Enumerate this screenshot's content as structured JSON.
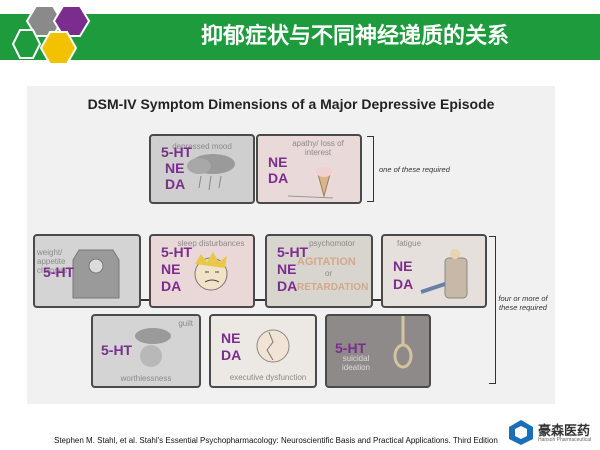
{
  "slide": {
    "title": "抑郁症状与不同神经递质的关系",
    "citation": "Stephen M. Stahl, et al. Stahl's Essential Psychopharmacology: Neuroscientific Basis and Practical Applications. Third Edition",
    "logo_text": "豪森医药",
    "logo_sub": "Hansoh Pharmaceutical"
  },
  "figure": {
    "title": "DSM-IV Symptom Dimensions of a Major Depressive Episode",
    "note_top": "one of these required",
    "note_bottom": "four or more of these required",
    "cards": [
      {
        "id": "mood",
        "caption": "depressed mood",
        "nts": [
          "5-HT",
          "NE",
          "DA"
        ]
      },
      {
        "id": "apathy",
        "caption": "apathy/ loss of interest",
        "nts": [
          "NE",
          "DA"
        ]
      },
      {
        "id": "weight",
        "caption": "weight/ appetite changes",
        "nts": [
          "5-HT"
        ]
      },
      {
        "id": "sleep",
        "caption": "sleep disturbances",
        "nts": [
          "5-HT",
          "NE",
          "DA"
        ]
      },
      {
        "id": "psychomotor",
        "caption": "psychomotor",
        "art_top": "AGITATION",
        "art_or": "or",
        "art_bottom": "RETARDATION",
        "nts": [
          "5-HT",
          "NE",
          "DA"
        ]
      },
      {
        "id": "fatigue",
        "caption": "fatigue",
        "nts": [
          "NE",
          "DA"
        ]
      },
      {
        "id": "guilt",
        "caption": "guilt",
        "caption2": "worthlessness",
        "nts": [
          "5-HT"
        ]
      },
      {
        "id": "exec",
        "caption": "executive dysfunction",
        "nts": [
          "NE",
          "DA"
        ]
      },
      {
        "id": "suicide",
        "caption": "suicidal ideation",
        "nts": [
          "5-HT"
        ]
      }
    ]
  },
  "colors": {
    "header_green": "#1e9b3d",
    "hex_gray": "#8a8a8a",
    "hex_purple": "#7b2d8e",
    "hex_yellow": "#f2c200",
    "nt_text": "#7b2d8e"
  }
}
